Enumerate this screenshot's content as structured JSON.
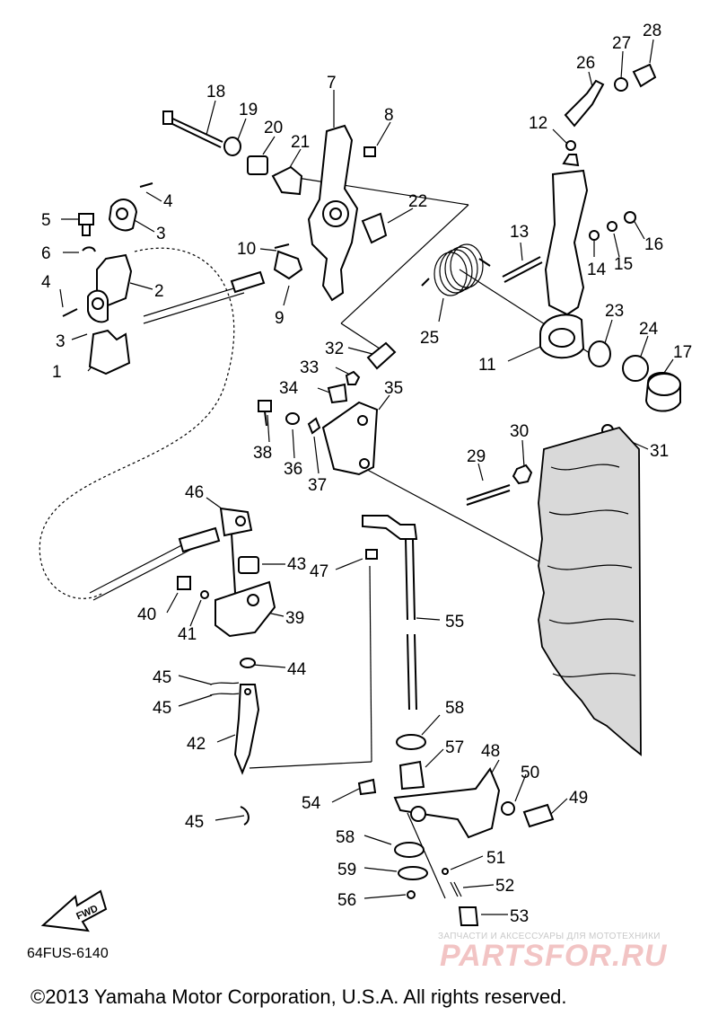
{
  "diagram": {
    "code": "64FUS-6140",
    "fwd_label": "FWD",
    "copyright": "©2013 Yamaha Motor Corporation, U.S.A. All rights reserved.",
    "watermark_tagline": "ЗАПЧАСТИ И АКСЕССУАРЫ ДЛЯ МОТОТЕХНИКИ",
    "watermark_brand": "PARTSFOR.RU",
    "callouts": [
      {
        "id": "c1",
        "text": "1"
      },
      {
        "id": "c2",
        "text": "2"
      },
      {
        "id": "c3a",
        "text": "3"
      },
      {
        "id": "c3b",
        "text": "3"
      },
      {
        "id": "c4a",
        "text": "4"
      },
      {
        "id": "c4b",
        "text": "4"
      },
      {
        "id": "c5",
        "text": "5"
      },
      {
        "id": "c6",
        "text": "6"
      },
      {
        "id": "c7",
        "text": "7"
      },
      {
        "id": "c8",
        "text": "8"
      },
      {
        "id": "c9",
        "text": "9"
      },
      {
        "id": "c10",
        "text": "10"
      },
      {
        "id": "c11",
        "text": "11"
      },
      {
        "id": "c12",
        "text": "12"
      },
      {
        "id": "c13",
        "text": "13"
      },
      {
        "id": "c14",
        "text": "14"
      },
      {
        "id": "c15",
        "text": "15"
      },
      {
        "id": "c16",
        "text": "16"
      },
      {
        "id": "c17",
        "text": "17"
      },
      {
        "id": "c18",
        "text": "18"
      },
      {
        "id": "c19",
        "text": "19"
      },
      {
        "id": "c20",
        "text": "20"
      },
      {
        "id": "c21",
        "text": "21"
      },
      {
        "id": "c22",
        "text": "22"
      },
      {
        "id": "c23",
        "text": "23"
      },
      {
        "id": "c24",
        "text": "24"
      },
      {
        "id": "c25",
        "text": "25"
      },
      {
        "id": "c26",
        "text": "26"
      },
      {
        "id": "c27",
        "text": "27"
      },
      {
        "id": "c28",
        "text": "28"
      },
      {
        "id": "c29",
        "text": "29"
      },
      {
        "id": "c30",
        "text": "30"
      },
      {
        "id": "c31",
        "text": "31"
      },
      {
        "id": "c32",
        "text": "32"
      },
      {
        "id": "c33",
        "text": "33"
      },
      {
        "id": "c34",
        "text": "34"
      },
      {
        "id": "c35",
        "text": "35"
      },
      {
        "id": "c36",
        "text": "36"
      },
      {
        "id": "c37",
        "text": "37"
      },
      {
        "id": "c38",
        "text": "38"
      },
      {
        "id": "c39",
        "text": "39"
      },
      {
        "id": "c40",
        "text": "40"
      },
      {
        "id": "c41",
        "text": "41"
      },
      {
        "id": "c42",
        "text": "42"
      },
      {
        "id": "c43",
        "text": "43"
      },
      {
        "id": "c44",
        "text": "44"
      },
      {
        "id": "c45a",
        "text": "45"
      },
      {
        "id": "c45b",
        "text": "45"
      },
      {
        "id": "c45c",
        "text": "45"
      },
      {
        "id": "c46",
        "text": "46"
      },
      {
        "id": "c47",
        "text": "47"
      },
      {
        "id": "c48",
        "text": "48"
      },
      {
        "id": "c49",
        "text": "49"
      },
      {
        "id": "c50",
        "text": "50"
      },
      {
        "id": "c51",
        "text": "51"
      },
      {
        "id": "c52",
        "text": "52"
      },
      {
        "id": "c53",
        "text": "53"
      },
      {
        "id": "c54",
        "text": "54"
      },
      {
        "id": "c55",
        "text": "55"
      },
      {
        "id": "c56",
        "text": "56"
      },
      {
        "id": "c57",
        "text": "57"
      },
      {
        "id": "c58a",
        "text": "58"
      },
      {
        "id": "c58b",
        "text": "58"
      },
      {
        "id": "c59",
        "text": "59"
      }
    ]
  }
}
